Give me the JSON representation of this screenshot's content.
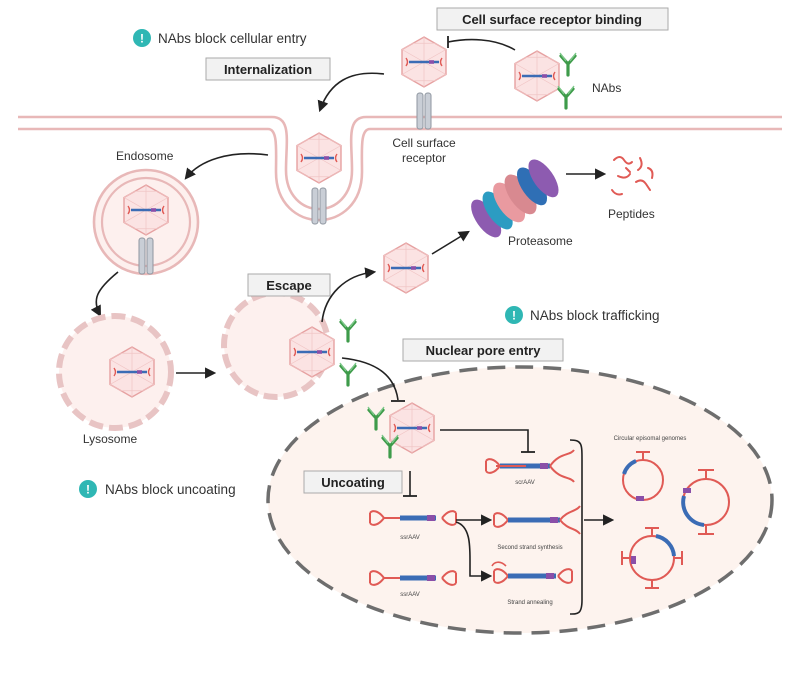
{
  "colors": {
    "capsid_fill": "#fbe3e3",
    "capsid_stroke": "#e6a1a1",
    "membrane": "#e8b8b8",
    "receptor": "#c9ced6",
    "nab_green": "#3e9b4a",
    "note_icon": "#2fb7b4",
    "dna_blue": "#3b6cb5",
    "itr_red": "#e05a55",
    "dna_purple": "#8a4fa8",
    "nucleus_fill": "#fdf3ee",
    "nucleus_dash": "#6e6e6e",
    "proteasome_blue": "#2f6fb5",
    "proteasome_purple": "#8d5bb0",
    "proteasome_pink": "#e99aa0",
    "proteasome_teal": "#2c9cc2"
  },
  "icons": {
    "note": "exclamation-circle-icon",
    "capsid": "aav-capsid-icon",
    "antibody": "antibody-icon",
    "receptor": "receptor-icon",
    "proteasome": "proteasome-icon",
    "peptides": "peptide-fragments-icon"
  },
  "step_boxes": {
    "cell_surface": "Cell surface receptor binding",
    "internalization": "Internalization",
    "escape": "Escape",
    "nuclear_pore": "Nuclear pore entry",
    "uncoating": "Uncoating"
  },
  "notes": {
    "entry": "NAbs block cellular entry",
    "trafficking": "NAbs block trafficking",
    "uncoating": "NAbs block uncoating"
  },
  "labels": {
    "nabs": "NAbs",
    "receptor": "Cell surface\nreceptor",
    "endosome": "Endosome",
    "lysosome": "Lysosome",
    "proteasome": "Proteasome",
    "peptides": "Peptides"
  },
  "nucleus": {
    "circular": "Circular episomal genomes",
    "scraav": "scrAAV",
    "ssraav_1": "ssrAAV",
    "ssraav_2": "ssrAAV",
    "second_strand": "Second strand synthesis",
    "annealing": "Strand annealing"
  }
}
